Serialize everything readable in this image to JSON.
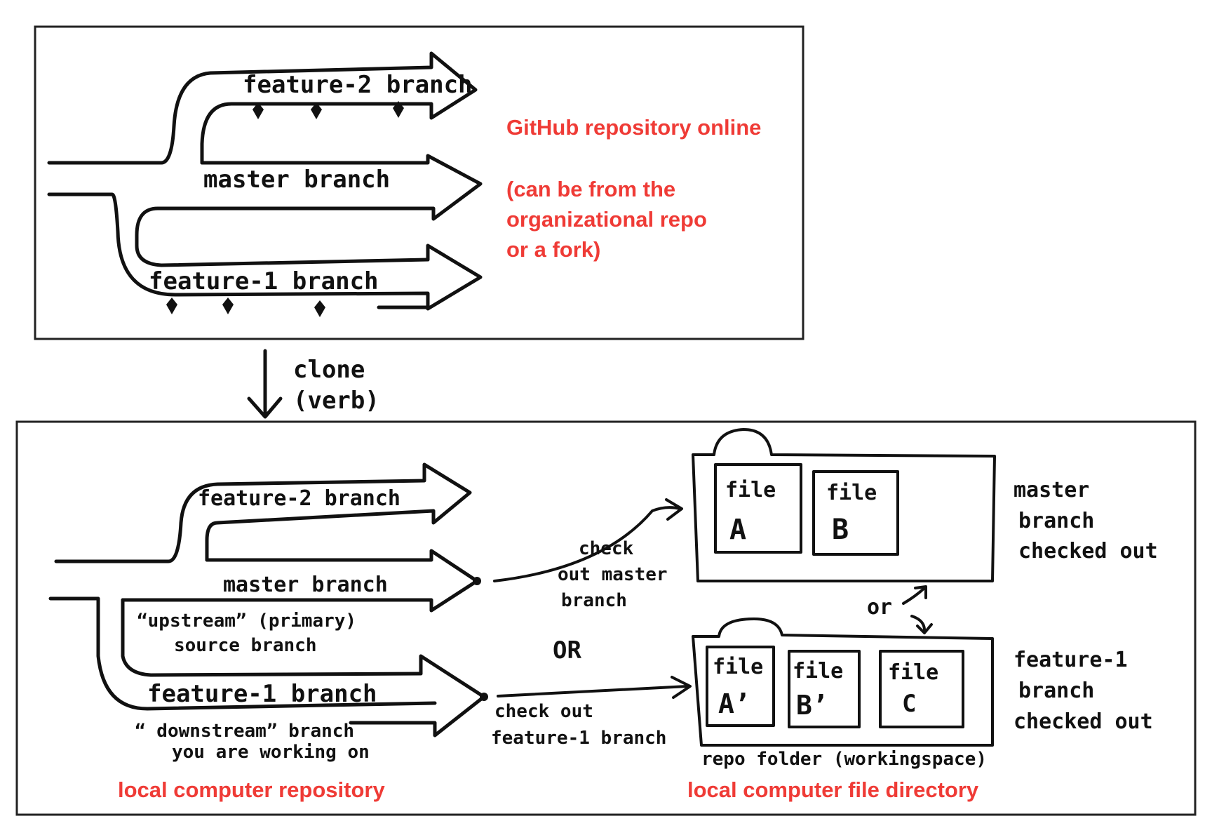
{
  "remote": {
    "feature2_label": "feature-2 branch",
    "master_label": "master branch",
    "feature1_label": "feature-1 branch",
    "caption_title": "GitHub repository online",
    "caption_note": [
      "(can be from the",
      "organizational repo",
      "or a fork)"
    ]
  },
  "clone": {
    "label_1": "clone",
    "label_2": "(verb)"
  },
  "local": {
    "feature2_label": "feature-2 branch",
    "master_label": "master branch",
    "upstream_note": [
      "“upstream” (primary)",
      "source branch"
    ],
    "feature1_label": "feature-1 branch",
    "downstream_note": [
      "“ downstream” branch",
      "you are working on"
    ],
    "caption": "local computer repository"
  },
  "checkout": {
    "master_note": [
      "check",
      "out master",
      "branch"
    ],
    "or_big": "OR",
    "feature_note": [
      "check out",
      "feature-1 branch"
    ]
  },
  "directory": {
    "master_files": [
      {
        "line1": "file",
        "line2": "A"
      },
      {
        "line1": "file",
        "line2": "B"
      }
    ],
    "master_side": [
      "master",
      "branch",
      "checked out"
    ],
    "or_small": "or",
    "feature_files": [
      {
        "line1": "file",
        "line2": "A’"
      },
      {
        "line1": "file",
        "line2": "B’"
      },
      {
        "line1": "file",
        "line2": "C"
      }
    ],
    "feature_side": [
      "feature-1",
      "branch",
      "checked out"
    ],
    "folder_caption": "repo folder (workingspace)",
    "caption": "local computer file directory"
  }
}
